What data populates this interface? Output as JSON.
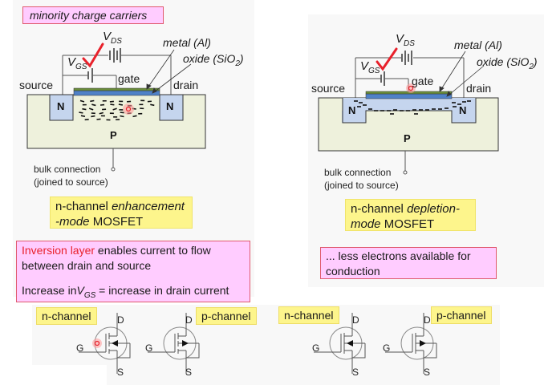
{
  "left_diagram": {
    "title": "minority charge carriers",
    "vds_label_main": "V",
    "vds_label_sub": "DS",
    "vgs_label_main": "V",
    "vgs_label_sub": "GS",
    "gate": "gate",
    "source": "source",
    "drain": "drain",
    "metal": "metal (Al)",
    "oxide_main": "oxide (SiO",
    "oxide_sub": "2",
    "oxide_end": ")",
    "n_left": "N",
    "n_right": "N",
    "p": "P",
    "bulk_line1": "bulk connection",
    "bulk_line2": "(joined to source)",
    "mode_line1_plain": "n-channel ",
    "mode_line1_italic": "enhancement",
    "mode_line2_italic": "-mode",
    "mode_line2_plain": " MOSFET",
    "note_red": "Inversion layer",
    "note_rest": " enables current to flow",
    "note_line2": "between drain and source",
    "note_line3_a": "Increase in",
    "note_line3_v": "V",
    "note_line3_sub": "GS",
    "note_line3_b": " = increase in drain current"
  },
  "right_diagram": {
    "vds_label_main": "V",
    "vds_label_sub": "DS",
    "vgs_label_main": "V",
    "vgs_label_sub": "GS",
    "gate": "gate",
    "source": "source",
    "drain": "drain",
    "metal": "metal (Al)",
    "oxide_main": "oxide (SiO",
    "oxide_sub": "2",
    "oxide_end": ")",
    "n_left": "N",
    "n_right": "N",
    "p": "P",
    "bulk_line1": "bulk connection",
    "bulk_line2": "(joined to source)",
    "mode_line1_plain": "n-channel ",
    "mode_line1_italic": "depletion-",
    "mode_line2_italic": "mode",
    "mode_line2_plain": " MOSFET",
    "note_line1": "... less electrons available for",
    "note_line2": "conduction"
  },
  "symbols": [
    {
      "label": "n-channel",
      "type": "enhancement",
      "d": "D",
      "g": "G",
      "s": "S"
    },
    {
      "label": "p-channel",
      "type": "enhancement",
      "d": "D",
      "g": "G",
      "s": "S"
    },
    {
      "label": "n-channel",
      "type": "depletion",
      "d": "D",
      "g": "G",
      "s": "S"
    },
    {
      "label": "p-channel",
      "type": "depletion",
      "d": "D",
      "g": "G",
      "s": "S"
    }
  ],
  "colors": {
    "substrate": "#eef1dc",
    "n_region": "#c5d5ee",
    "oxide": "#4f81c7",
    "metal": "#6b8e3a",
    "pink_box": "#ffccff",
    "yellow_box": "#fdf58c",
    "checkmark": "#e8212b"
  }
}
